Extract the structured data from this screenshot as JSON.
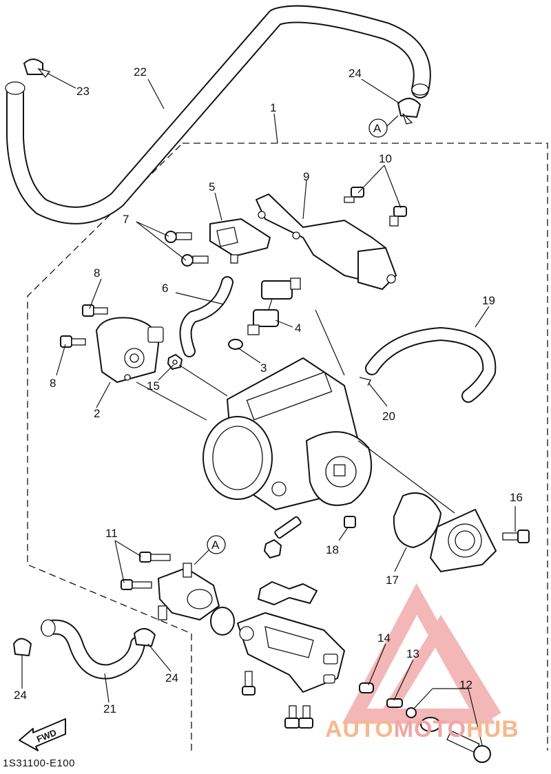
{
  "diagram_code": "1S31100-E100",
  "fwd_label": "FWD",
  "ref_marker": "A",
  "watermark": {
    "part1": "AUTO",
    "part2": "MOTO",
    "part3": "HUB",
    "color_primary": "#f5b98c",
    "color_secondary": "#f1a5a5"
  },
  "callouts": {
    "c1": "1",
    "c2": "2",
    "c3": "3",
    "c4": "4",
    "c5": "5",
    "c6": "6",
    "c7": "7",
    "c8a": "8",
    "c8b": "8",
    "c9": "9",
    "c10": "10",
    "c11": "11",
    "c12": "12",
    "c13": "13",
    "c14": "14",
    "c15": "15",
    "c16": "16",
    "c17": "17",
    "c18": "18",
    "c19": "19",
    "c20": "20",
    "c21": "21",
    "c22": "22",
    "c23": "23",
    "c24a": "24",
    "c24b": "24",
    "c24c": "24"
  }
}
